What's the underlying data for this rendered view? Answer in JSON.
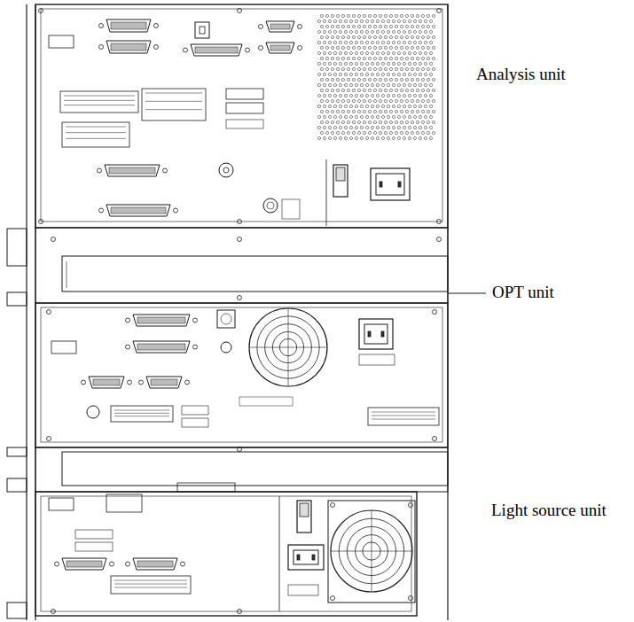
{
  "diagram": {
    "labels": [
      "Analysis unit",
      "OPT unit",
      "Light source unit"
    ]
  }
}
